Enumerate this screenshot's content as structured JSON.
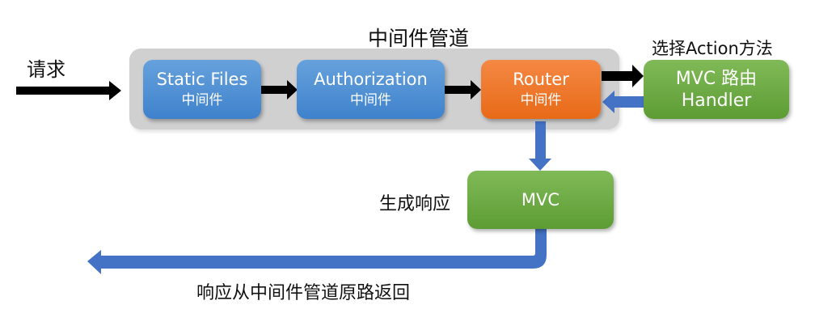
{
  "labels": {
    "request": "请求",
    "pipeline_title": "中间件管道",
    "select_action": "选择Action方法",
    "generate_response": "生成响应",
    "response_return": "响应从中间件管道原路返回"
  },
  "nodes": [
    {
      "id": "static-files",
      "title": "Static Files",
      "subtitle": "中间件",
      "color": "#4a8fd6"
    },
    {
      "id": "authorization",
      "title": "Authorization",
      "subtitle": "中间件",
      "color": "#4a8fd6"
    },
    {
      "id": "router",
      "title": "Router",
      "subtitle": "中间件",
      "color": "#ef7a26"
    },
    {
      "id": "mvc-route-handler",
      "title": "MVC 路由",
      "subtitle": "Handler",
      "color": "#6fac46"
    },
    {
      "id": "mvc",
      "title": "MVC",
      "subtitle": "",
      "color": "#6fac46"
    }
  ],
  "colors": {
    "pipeline_bg": "#d0d0d0",
    "arrow_black": "#000000",
    "arrow_blue": "#4472c4"
  },
  "edges": [
    {
      "from": "request",
      "to": "static-files",
      "color": "black"
    },
    {
      "from": "static-files",
      "to": "authorization",
      "color": "black"
    },
    {
      "from": "authorization",
      "to": "router",
      "color": "black"
    },
    {
      "from": "router",
      "to": "mvc-route-handler",
      "color": "black"
    },
    {
      "from": "mvc-route-handler",
      "to": "router",
      "color": "blue"
    },
    {
      "from": "router",
      "to": "mvc",
      "color": "blue"
    },
    {
      "from": "mvc",
      "to": "response",
      "color": "blue"
    }
  ]
}
